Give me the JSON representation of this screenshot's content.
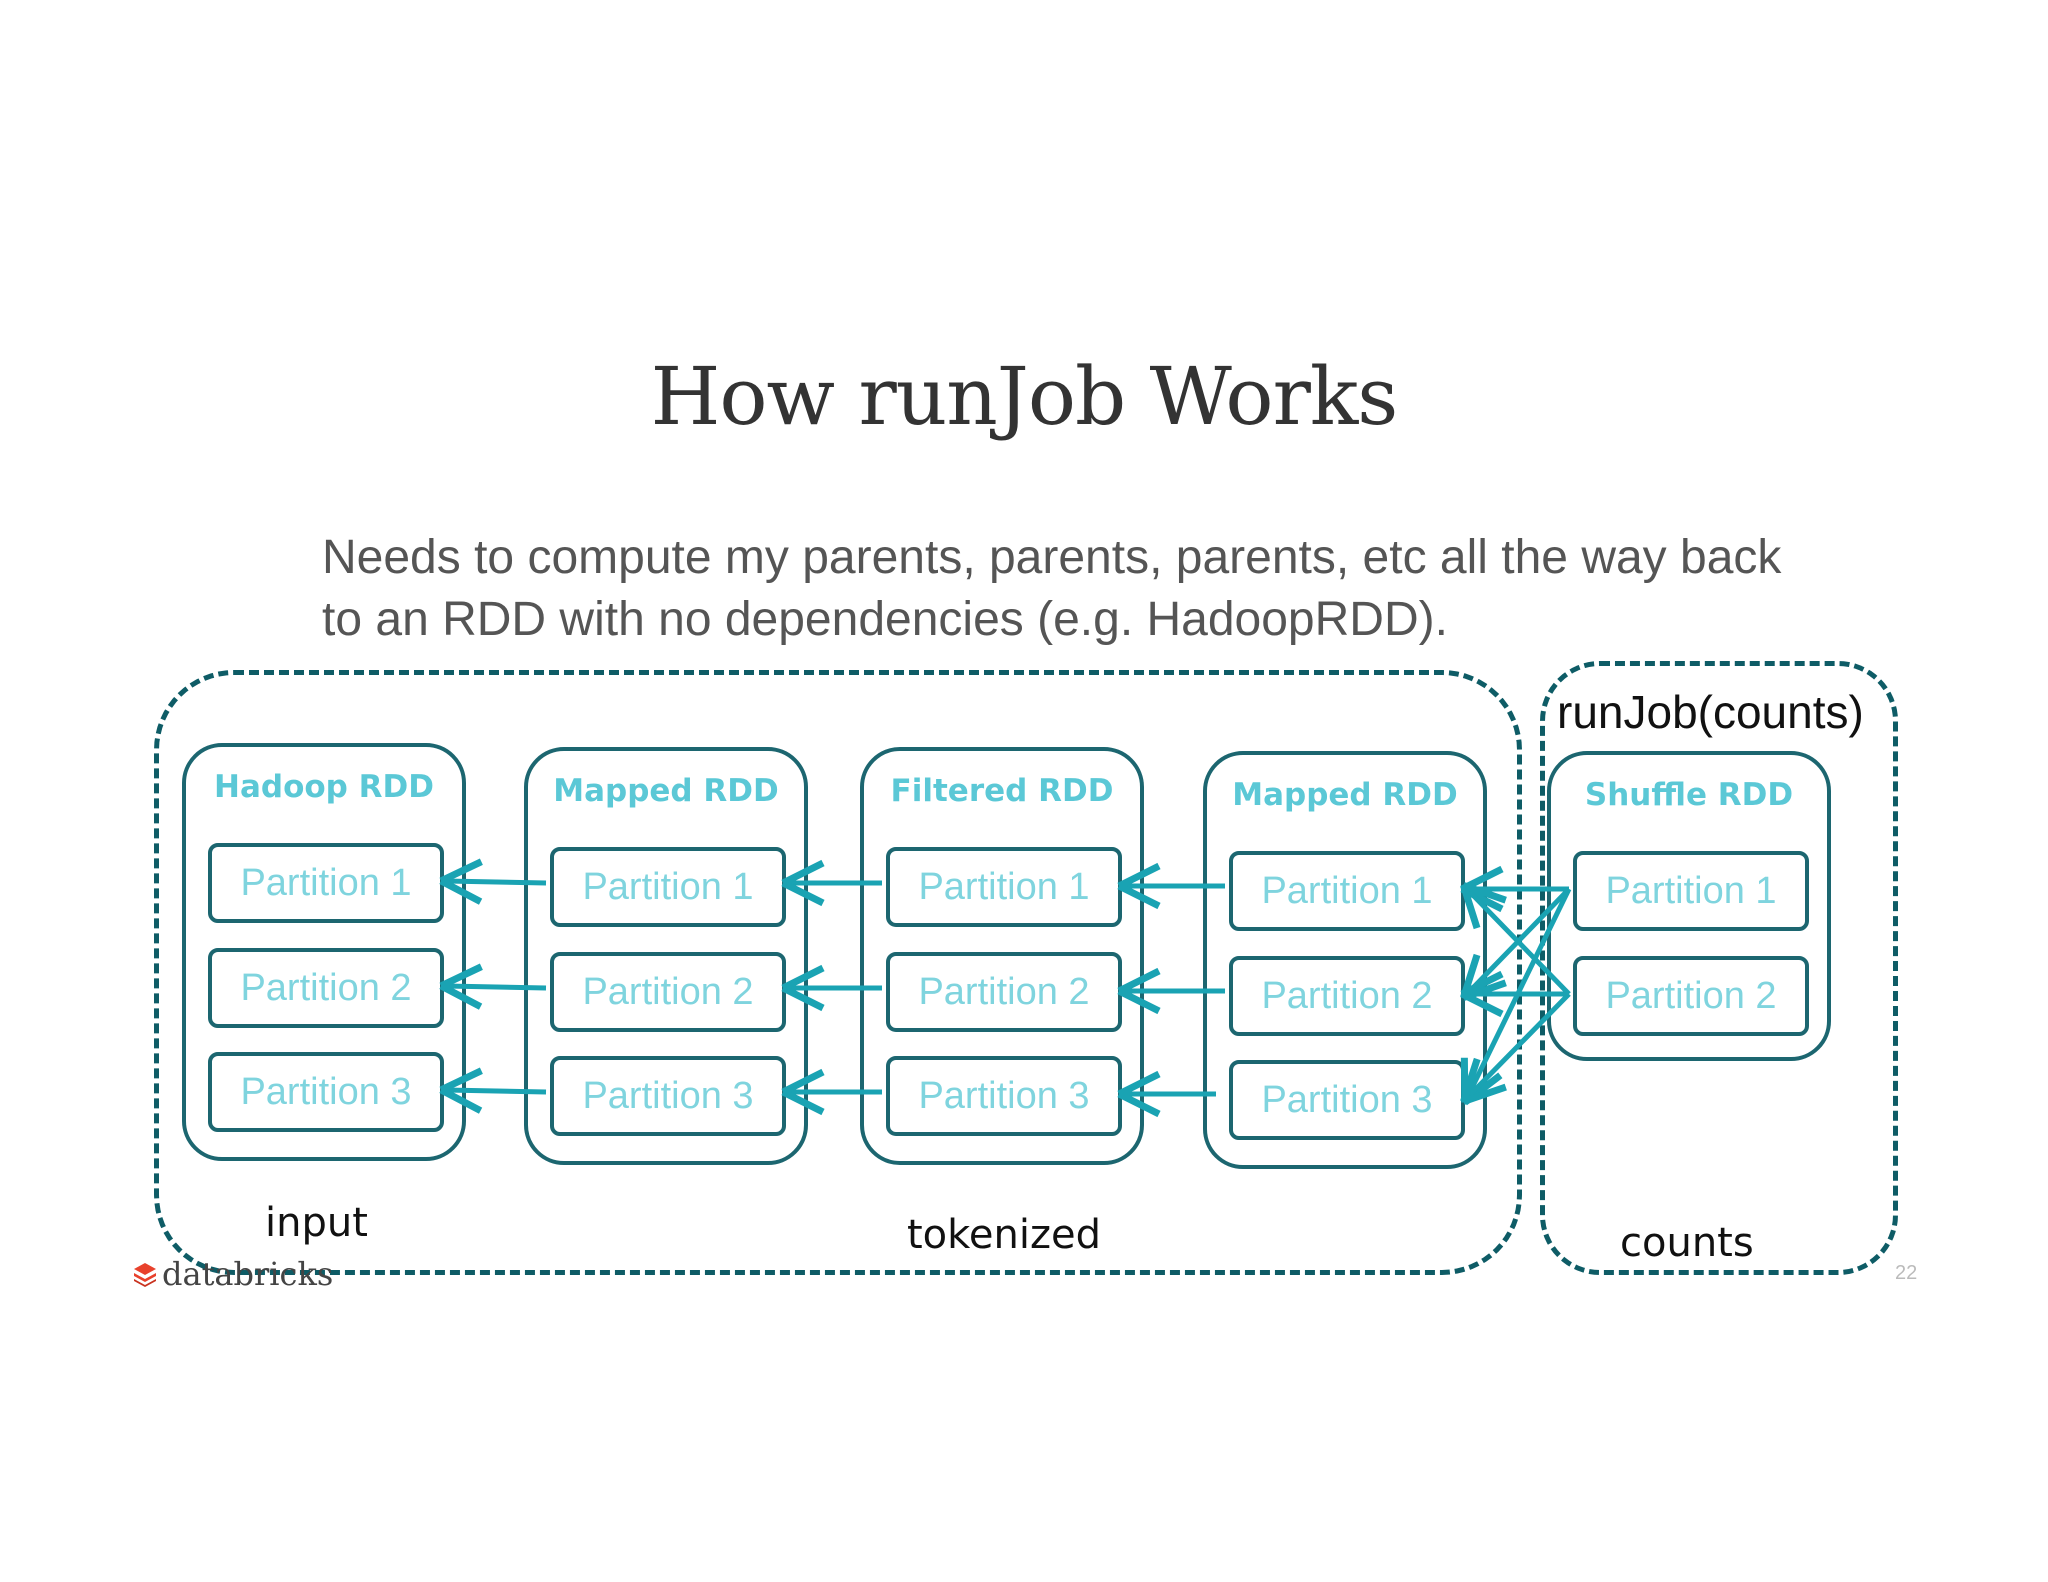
{
  "title": "How runJob Works",
  "subtitle_lines": [
    "Needs to compute my parents, parents, parents, etc all the way back",
    "to an RDD with no dependencies (e.g. HadoopRDD)."
  ],
  "regions": {
    "main_labels": {
      "input": "input",
      "tokenized": "tokenized"
    },
    "counts_label": "counts",
    "runjob_label": "runJob(counts)"
  },
  "rdds": [
    {
      "title": "Hadoop RDD",
      "partitions": [
        "Partition 1",
        "Partition 2",
        "Partition 3"
      ]
    },
    {
      "title": "Mapped RDD",
      "partitions": [
        "Partition 1",
        "Partition 2",
        "Partition 3"
      ]
    },
    {
      "title": "Filtered RDD",
      "partitions": [
        "Partition 1",
        "Partition 2",
        "Partition 3"
      ]
    },
    {
      "title": "Mapped RDD",
      "partitions": [
        "Partition 1",
        "Partition 2",
        "Partition 3"
      ]
    },
    {
      "title": "Shuffle RDD",
      "partitions": [
        "Partition 1",
        "Partition 2"
      ]
    }
  ],
  "logo_text": "databricks",
  "page_number": "22",
  "colors": {
    "arrow": "#1aa3b3",
    "box_border": "#1c6670",
    "dashed_region": "#0e5c66",
    "rdd_title": "#5bc8d6",
    "partition_text": "#7fd4de",
    "logo_mark": "#e8412c"
  }
}
